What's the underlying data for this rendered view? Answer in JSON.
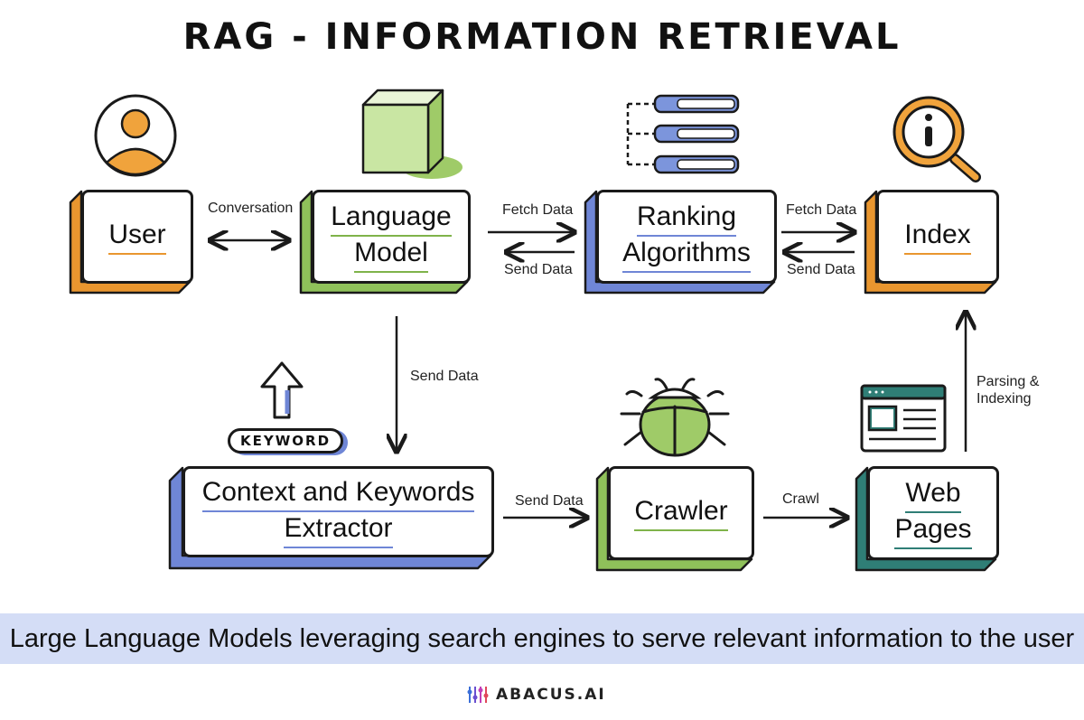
{
  "title": "RAG - INFORMATION RETRIEVAL",
  "nodes": {
    "user": {
      "lines": [
        "User"
      ]
    },
    "language_model": {
      "lines": [
        "Language",
        "Model"
      ]
    },
    "ranking": {
      "lines": [
        "Ranking",
        "Algorithms"
      ]
    },
    "index": {
      "lines": [
        "Index"
      ]
    },
    "extractor": {
      "lines": [
        "Context and Keywords",
        "Extractor"
      ]
    },
    "crawler": {
      "lines": [
        "Crawler"
      ]
    },
    "web_pages": {
      "lines": [
        "Web",
        "Pages"
      ]
    }
  },
  "edges": {
    "conversation": "Conversation",
    "lm_fetch": "Fetch Data",
    "lm_send": "Send Data",
    "rank_fetch": "Fetch Data",
    "rank_send": "Send Data",
    "lm_to_extractor": "Send Data",
    "extractor_to_crawler": "Send Data",
    "crawl": "Crawl",
    "parsing": [
      "Parsing &",
      "Indexing"
    ]
  },
  "keyword_label": "KEYWORD",
  "caption": "Large Language Models leveraging search engines to serve relevant information to the user",
  "brand": "ABACUS.AI",
  "colors": {
    "orange": "#e9962f",
    "green": "#8fc15a",
    "blue": "#6f86d6",
    "teal": "#2f7e76",
    "banner": "#d4ddf6"
  },
  "icons": [
    "user-avatar-icon",
    "cube-icon",
    "list-icon",
    "info-search-icon",
    "keyword-up-arrow-icon",
    "bug-icon",
    "browser-window-icon",
    "abacus-logo-icon"
  ]
}
